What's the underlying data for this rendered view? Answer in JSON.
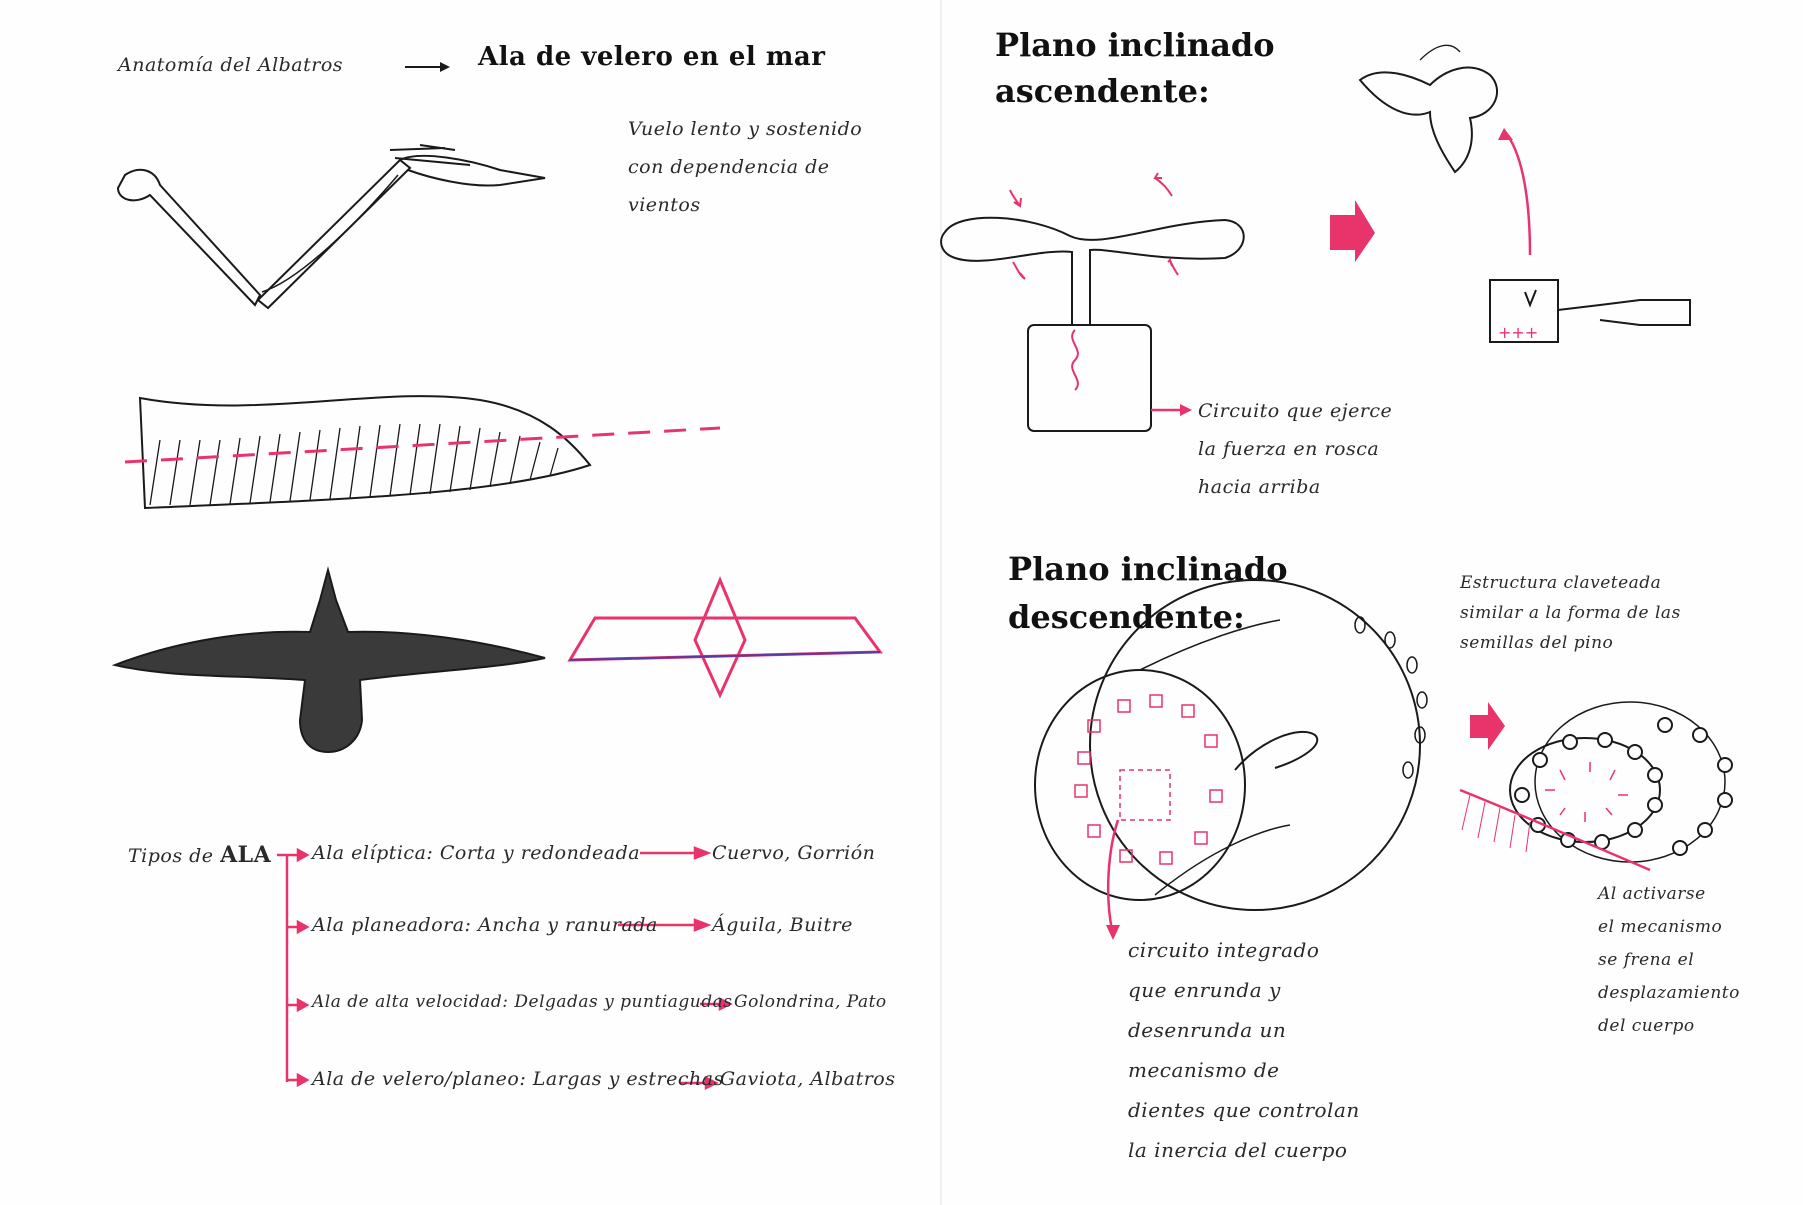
{
  "colors": {
    "ink": "#1a1a1a",
    "accent": "#e8336b"
  },
  "left_page": {
    "header": {
      "anatomy": "Anatomía del Albatros",
      "arrow_icon": "arrow-right-icon",
      "topic": "Ala de velero en el mar"
    },
    "note": [
      "Vuelo lento y sostenido",
      "con dependencia de",
      "vientos"
    ],
    "types": {
      "label": "Tipos de",
      "label_bold": "ALA",
      "rows": [
        {
          "wing": "Ala elíptica:",
          "desc": "Corta y redondeada",
          "birds": "Cuervo, Gorrión"
        },
        {
          "wing": "Ala planeadora:",
          "desc": "Ancha y ranurada",
          "birds": "Águila, Buitre"
        },
        {
          "wing": "Ala de alta velocidad:",
          "desc": "Delgadas y puntiagudas",
          "birds": "Golondrina, Pato"
        },
        {
          "wing": "Ala de velero/planeo:",
          "desc": "Largas y estrechas",
          "birds": "Gaviota, Albatros"
        }
      ]
    }
  },
  "right_page": {
    "ascending": {
      "title": [
        "Plano inclinado",
        "ascendente:"
      ],
      "note": [
        "Circuito que ejerce",
        "la fuerza en rosca",
        "hacia arriba"
      ]
    },
    "descending": {
      "title": [
        "Plano inclinado",
        "descendente:"
      ],
      "structure_note": [
        "Estructura claveteada",
        "similar a la forma de las",
        "semillas del pino"
      ],
      "circuit_note": [
        "circuito integrado",
        "que enrunda y",
        "desenrunda un",
        "mecanismo de",
        "dientes que controlan",
        "la inercia del cuerpo"
      ],
      "release_note": [
        "Al activarse",
        "el mecanismo",
        "se frena el",
        "desplazamiento",
        "del cuerpo"
      ]
    }
  }
}
